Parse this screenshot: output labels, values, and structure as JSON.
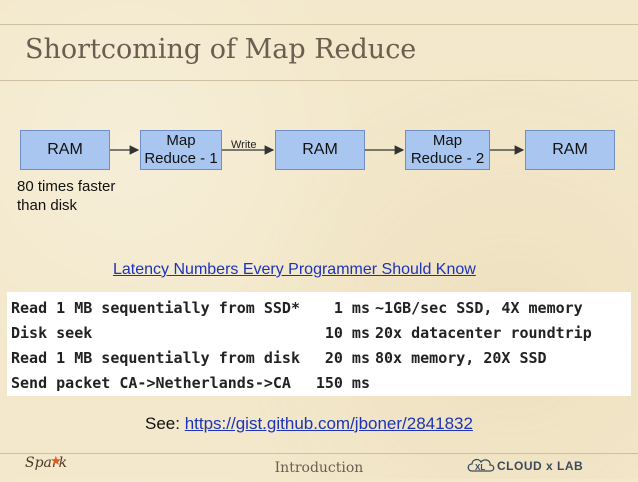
{
  "slide": {
    "title": "Shortcoming of Map Reduce",
    "footer": "Introduction"
  },
  "diagram": {
    "ram1": "RAM",
    "map1_line1": "Map",
    "map1_line2": "Reduce - 1",
    "write_label": "Write",
    "ram2": "RAM",
    "map2_line1": "Map",
    "map2_line2": "Reduce - 2",
    "ram3": "RAM",
    "note_line1": "80 times faster",
    "note_line2": "than disk"
  },
  "latency": {
    "link_text": "Latency Numbers Every Programmer Should Know",
    "rows": [
      {
        "op": "Read 1 MB sequentially from SSD*",
        "time": "1 ms",
        "comment": "~1GB/sec SSD, 4X memory"
      },
      {
        "op": "Disk seek",
        "time": "10 ms",
        "comment": "20x datacenter roundtrip"
      },
      {
        "op": "Read 1 MB sequentially from disk",
        "time": "20 ms",
        "comment": "80x memory, 20X SSD"
      },
      {
        "op": "Send packet CA->Netherlands->CA",
        "time": "150 ms",
        "comment": ""
      }
    ]
  },
  "see": {
    "prefix": "See: ",
    "link": "https://gist.github.com/jboner/2841832"
  },
  "logos": {
    "spark": "Spark",
    "cloudxlab": "CLOUD x LAB",
    "cloudxlab_mark": "XL"
  },
  "colors": {
    "box_fill": "#a8c6f0",
    "link": "#1c33b8",
    "background": "#f3e8cb"
  }
}
